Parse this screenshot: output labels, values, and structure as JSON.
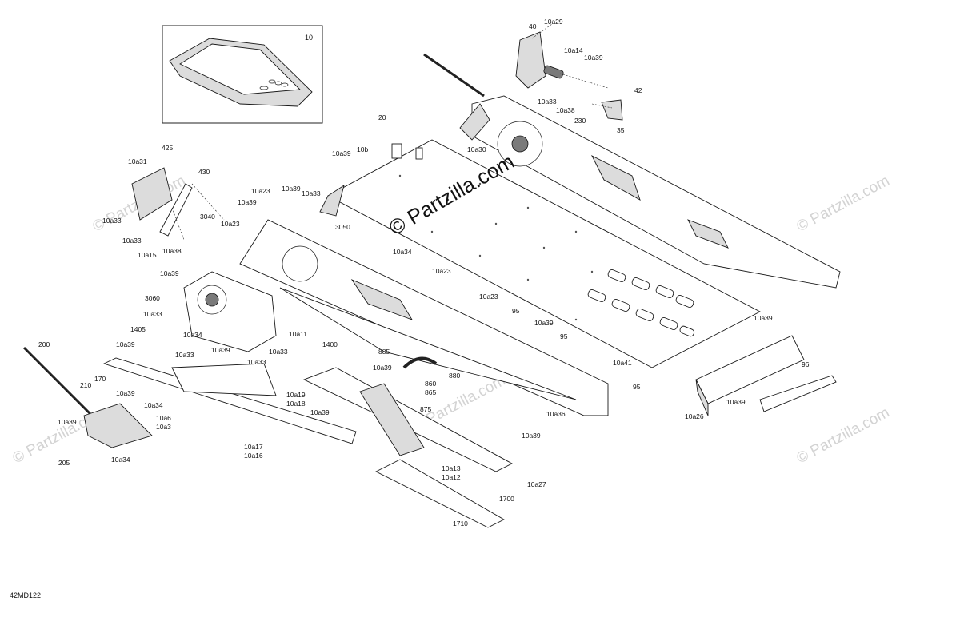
{
  "diagram_code": "42MD122",
  "inset_label": "10",
  "watermark_main": "© Partzilla.com",
  "watermark_faint": "© Partzilla.com",
  "labels": {
    "l425": "425",
    "l10a31": "10a31",
    "l430": "430",
    "l10a33a": "10a33",
    "l10a33b": "10a33",
    "l10a15": "10a15",
    "l10a38a": "10a38",
    "l3040": "3040",
    "l10a23a": "10a23",
    "l10a23b": "10a23",
    "l10a39a": "10a39",
    "l10a39b": "10a39",
    "l10a33c": "10a33",
    "l3050": "3050",
    "l10a39c": "10a39",
    "l10b": "10b",
    "l20": "20",
    "l10a30": "10a30",
    "l40": "40",
    "l10a29": "10a29",
    "l10a14": "10a14",
    "l10a39d": "10a39",
    "l10a33d": "10a33",
    "l10a38b": "10a38",
    "l230": "230",
    "l42": "42",
    "l35": "35",
    "l10a34a": "10a34",
    "l10a23c": "10a23",
    "l10a23d": "10a23",
    "l95a": "95",
    "l10a39e": "10a39",
    "l95b": "95",
    "l10a41": "10a41",
    "l95c": "95",
    "l10a36": "10a36",
    "l10a39f": "10a39",
    "l3060": "3060",
    "l10a33e": "10a33",
    "l1405": "1405",
    "l10a34b": "10a34",
    "l10a11": "10a11",
    "l1400": "1400",
    "l10a33f": "10a33",
    "l10a39g": "10a39",
    "l10a33g": "10a33",
    "l10a33h": "10a33",
    "l885": "885",
    "l860": "860",
    "l865": "865",
    "l880": "880",
    "l10a39h": "10a39",
    "l875": "875",
    "l200": "200",
    "l10a39i": "10a39",
    "l170": "170",
    "l210": "210",
    "l10a39j": "10a39",
    "l10a34c": "10a34",
    "l10a39k": "10a39",
    "l10a6": "10a6",
    "l10a3": "10a3",
    "l205": "205",
    "l10a34d": "10a34",
    "l10a19": "10a19",
    "l10a18": "10a18",
    "l10a39l": "10a39",
    "l10a17": "10a17",
    "l10a16": "10a16",
    "l10a39m": "10a39",
    "l10a13": "10a13",
    "l10a12": "10a12",
    "l10a27": "10a27",
    "l1700": "1700",
    "l1710": "1710",
    "l10a39n": "10a39",
    "l10a26": "10a26",
    "l96": "96",
    "l10a39o": "10a39"
  },
  "colors": {
    "line": "#1a1a1a",
    "shade": "#dcdcdc",
    "dark": "#7a7a7a",
    "watermark": "#d3d3d3"
  }
}
